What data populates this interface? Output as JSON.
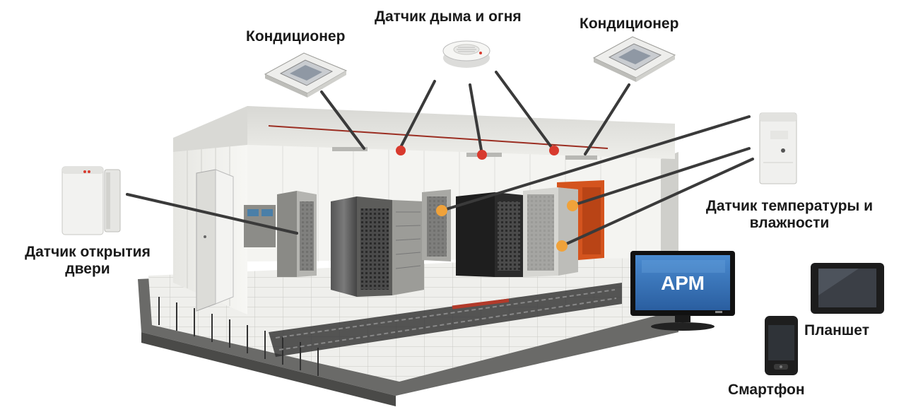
{
  "labels": {
    "ac_left": "Кондиционер",
    "smoke_sensor": "Датчик дыма и огня",
    "ac_right": "Кондиционер",
    "door_sensor_line1": "Датчик открытия",
    "door_sensor_line2": "двери",
    "temp_sensor_line1": "Датчик температуры и",
    "temp_sensor_line2": "влажности",
    "monitor_screen": "АРМ",
    "tablet": "Планшет",
    "smartphone": "Смартфон"
  },
  "colors": {
    "smoke_dot": "#d83a2e",
    "temp_dot": "#f0a23a",
    "leader_line": "#3a3a3a",
    "monitor_screen": "#2f6fb6",
    "heat_cabinet": "#d4541e"
  },
  "icons": [
    "air-conditioner-icon",
    "smoke-detector-icon",
    "door-sensor-icon",
    "temperature-humidity-sensor-icon",
    "monitor-icon",
    "tablet-icon",
    "smartphone-icon"
  ]
}
